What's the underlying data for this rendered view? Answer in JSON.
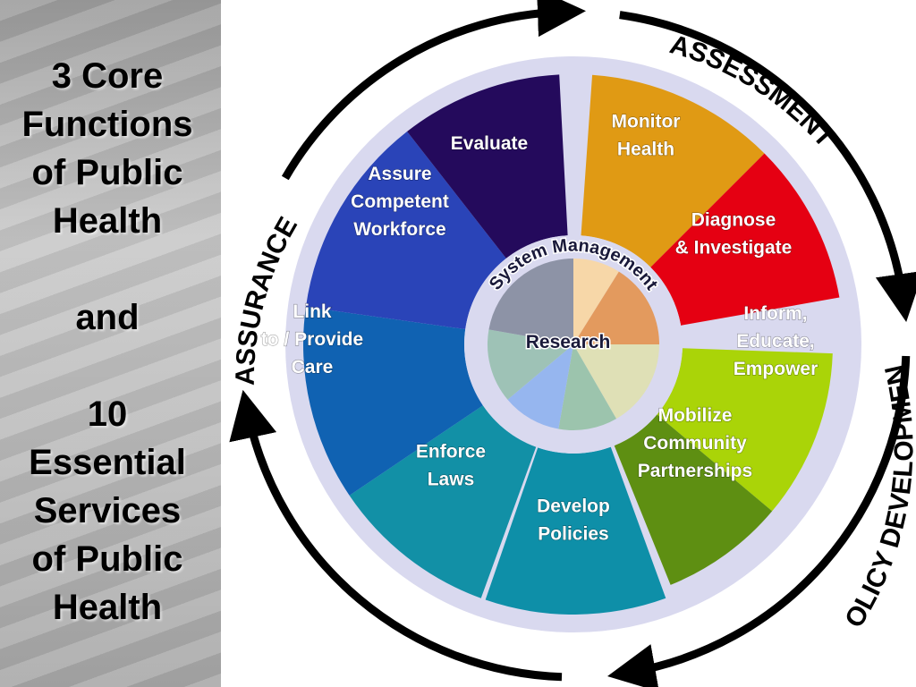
{
  "sidebar": {
    "lines": [
      "3 Core",
      "Functions",
      "of Public",
      "Health",
      "",
      "and",
      "",
      "10",
      "Essential",
      "Services",
      "of Public",
      "Health"
    ]
  },
  "cycle": {
    "assessment": "ASSESSMENT",
    "policy_development": "POLICY DEVELOPMENT",
    "assurance": "ASSURANCE"
  },
  "center": {
    "system_management": "System Management",
    "research": "Research"
  },
  "services": [
    {
      "id": "monitor-health",
      "lines": [
        "Monitor",
        "Health"
      ],
      "color": "#e09a14"
    },
    {
      "id": "diagnose-investigate",
      "lines": [
        "Diagnose",
        "& Investigate"
      ],
      "color": "#e50012"
    },
    {
      "id": "inform-educate-empower",
      "lines": [
        "Inform,",
        "Educate,",
        "Empower"
      ],
      "color": "#aad408"
    },
    {
      "id": "mobilize-community-partnerships",
      "lines": [
        "Mobilize",
        "Community",
        "Partnerships"
      ],
      "color": "#5e8f12"
    },
    {
      "id": "develop-policies",
      "lines": [
        "Develop",
        "Policies"
      ],
      "color": "#0e8fa8"
    },
    {
      "id": "enforce-laws",
      "lines": [
        "Enforce",
        "Laws"
      ],
      "color": "#1290a6"
    },
    {
      "id": "link-provide-care",
      "lines": [
        "Link",
        "to / Provide",
        "Care"
      ],
      "color": "#1062b2"
    },
    {
      "id": "assure-competent-workforce",
      "lines": [
        "Assure",
        "Competent",
        "Workforce"
      ],
      "color": "#2a44b8"
    },
    {
      "id": "evaluate",
      "lines": [
        "Evaluate"
      ],
      "color": "#240a5c"
    }
  ],
  "colors": {
    "ring": "#d9d9ef",
    "arrow": "#000000",
    "label_text": "#ffffff",
    "center_text": "#1a1a3a"
  }
}
